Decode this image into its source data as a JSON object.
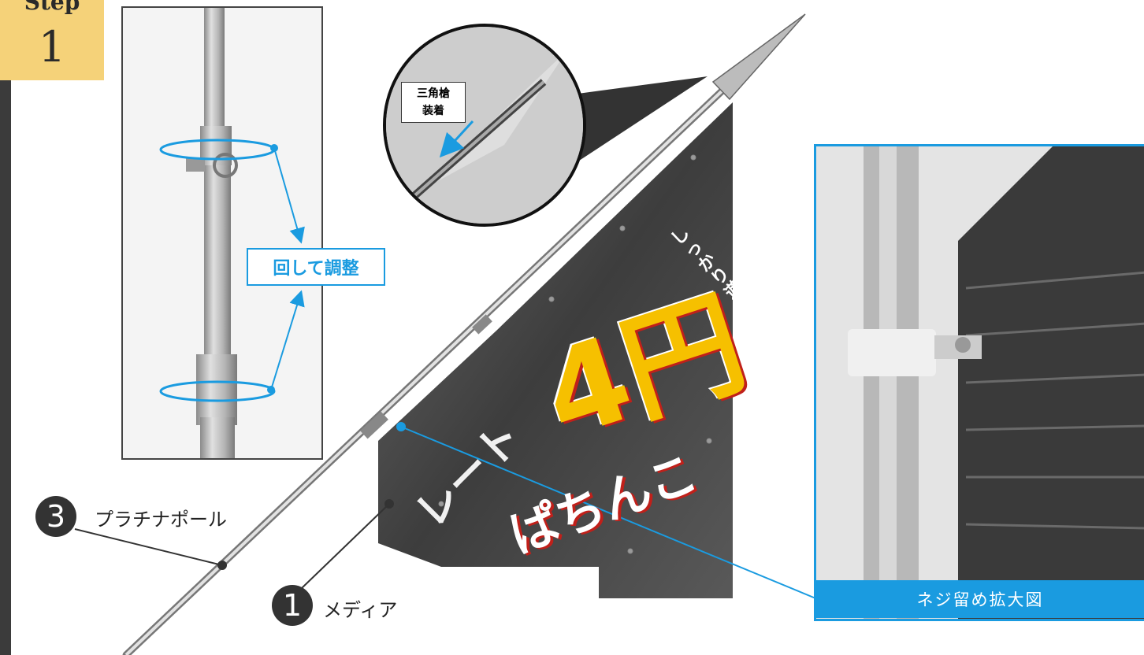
{
  "step": {
    "word": "Step",
    "number": "1"
  },
  "inset": {
    "callout_label": "回して調整"
  },
  "spear": {
    "label_line1": "三角槍",
    "label_line2": "装着"
  },
  "parts": [
    {
      "number": "3",
      "label": "プラチナポール"
    },
    {
      "number": "1",
      "label": "メディア"
    }
  ],
  "banner": {
    "tagline": "しっかり遊ぶなら!",
    "brand": "レート",
    "amount": "4円",
    "game": "ぱちんこ"
  },
  "photo": {
    "caption": "ネジ留め拡大図"
  },
  "colors": {
    "accent": "#1a9be0",
    "badge": "#f5d279",
    "dark": "#333333",
    "bar": "#3b3b3b"
  }
}
